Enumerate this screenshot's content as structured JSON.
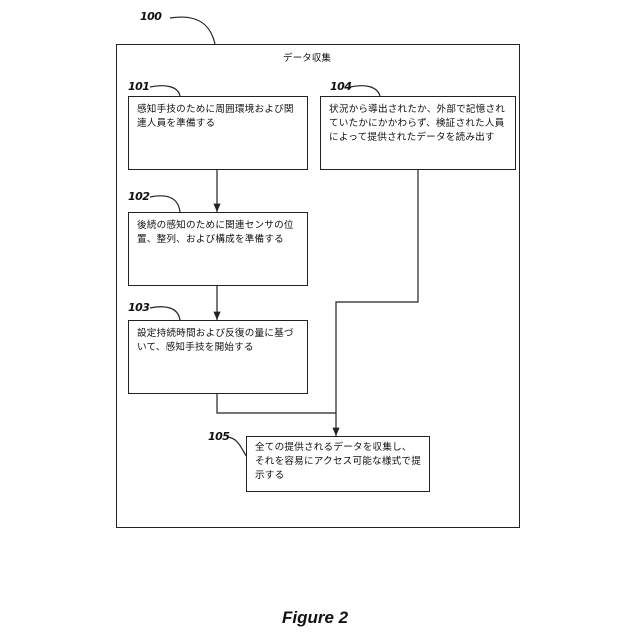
{
  "figure": {
    "ref_main": "100",
    "title": "データ収集",
    "caption": "Figure 2"
  },
  "steps": [
    {
      "ref": "101",
      "text": "感知手技のために周囲環境および関連人員を準備する"
    },
    {
      "ref": "102",
      "text": "後続の感知のために関連センサの位置、整列、および構成を準備する"
    },
    {
      "ref": "103",
      "text": "設定持続時間および反復の量に基づいて、感知手技を開始する"
    },
    {
      "ref": "104",
      "text": "状況から導出されたか、外部で記憶されていたかにかかわらず、検証された人員によって提供されたデータを読み出す"
    },
    {
      "ref": "105",
      "text": "全ての提供されるデータを収集し、それを容易にアクセス可能な様式で提示する"
    }
  ]
}
